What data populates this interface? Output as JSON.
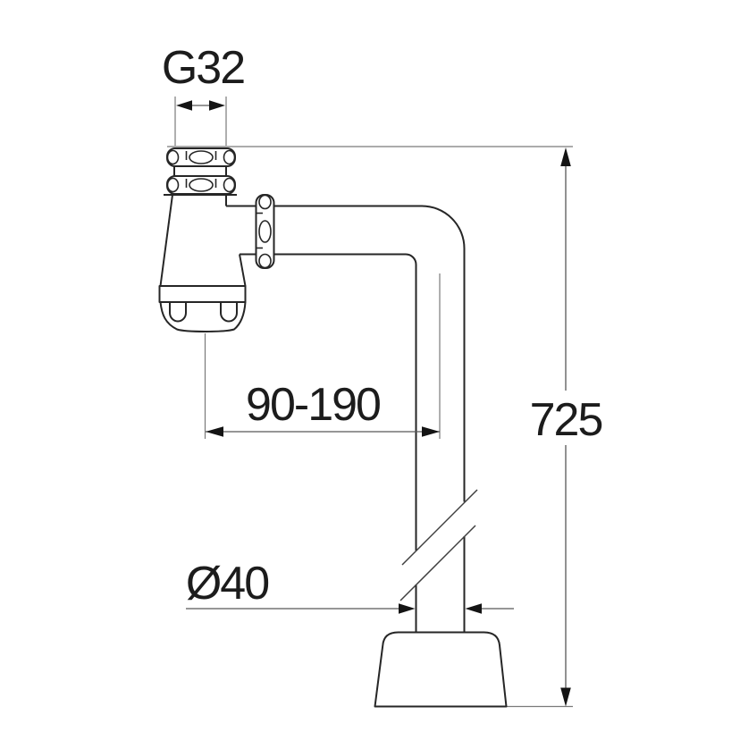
{
  "figure": {
    "type": "technical-drawing",
    "subject": "bottle-trap-siphon-with-standpipe",
    "background_color": "#ffffff",
    "outline_color": "#262626",
    "dimension_line_color": "#585858",
    "arrow_color": "#141414",
    "text_color": "#1c1c1c"
  },
  "labels": {
    "thread_size": "G32",
    "offset_range": "90-190",
    "pipe_diameter": "Ø40",
    "installation_height": "725"
  }
}
